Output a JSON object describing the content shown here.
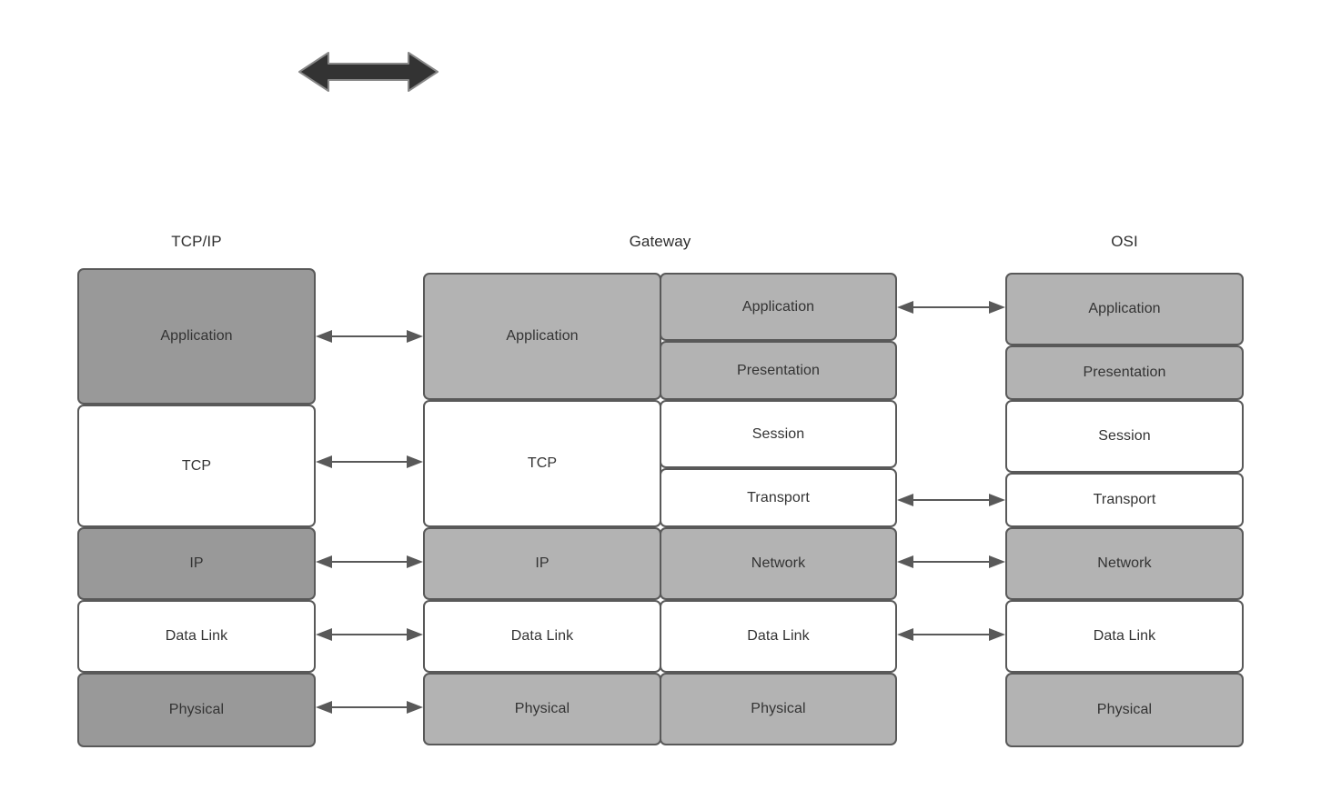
{
  "diagram": {
    "title_top_arrow": "bidirectional-arrow",
    "columns": [
      {
        "id": "tcpip",
        "title": "TCP/IP",
        "layers": [
          {
            "label": "Application",
            "fill": "#999999"
          },
          {
            "label": "TCP",
            "fill": "#ffffff"
          },
          {
            "label": "IP",
            "fill": "#999999"
          },
          {
            "label": "Data Link",
            "fill": "#ffffff"
          },
          {
            "label": "Physical",
            "fill": "#999999"
          }
        ]
      },
      {
        "id": "gateway",
        "title": "Gateway",
        "left_layers": [
          {
            "label": "Application",
            "fill": "#b3b3b3"
          },
          {
            "label": "TCP",
            "fill": "#ffffff"
          },
          {
            "label": "IP",
            "fill": "#b3b3b3"
          },
          {
            "label": "Data Link",
            "fill": "#ffffff"
          },
          {
            "label": "Physical",
            "fill": "#b3b3b3"
          }
        ],
        "right_layers": [
          {
            "label": "Application",
            "fill": "#b3b3b3"
          },
          {
            "label": "Presentation",
            "fill": "#b3b3b3"
          },
          {
            "label": "Session",
            "fill": "#ffffff"
          },
          {
            "label": "Transport",
            "fill": "#ffffff"
          },
          {
            "label": "Network",
            "fill": "#b3b3b3"
          },
          {
            "label": "Data Link",
            "fill": "#ffffff"
          },
          {
            "label": "Physical",
            "fill": "#b3b3b3"
          }
        ]
      },
      {
        "id": "osi",
        "title": "OSI",
        "layers": [
          {
            "label": "Application",
            "fill": "#b3b3b3"
          },
          {
            "label": "Presentation",
            "fill": "#b3b3b3"
          },
          {
            "label": "Session",
            "fill": "#ffffff"
          },
          {
            "label": "Transport",
            "fill": "#ffffff"
          },
          {
            "label": "Network",
            "fill": "#b3b3b3"
          },
          {
            "label": "Data Link",
            "fill": "#ffffff"
          },
          {
            "label": "Physical",
            "fill": "#b3b3b3"
          }
        ]
      }
    ],
    "connectors_left": [
      "Application",
      "TCP",
      "IP",
      "Data Link",
      "Physical"
    ],
    "connectors_right": [
      "Application",
      "Transport",
      "Network",
      "Data Link"
    ],
    "colors": {
      "stroke": "#595959",
      "text": "#333333",
      "gray_dark": "#999999",
      "gray_light": "#b3b3b3",
      "white": "#ffffff",
      "top_arrow": "#333333"
    }
  }
}
